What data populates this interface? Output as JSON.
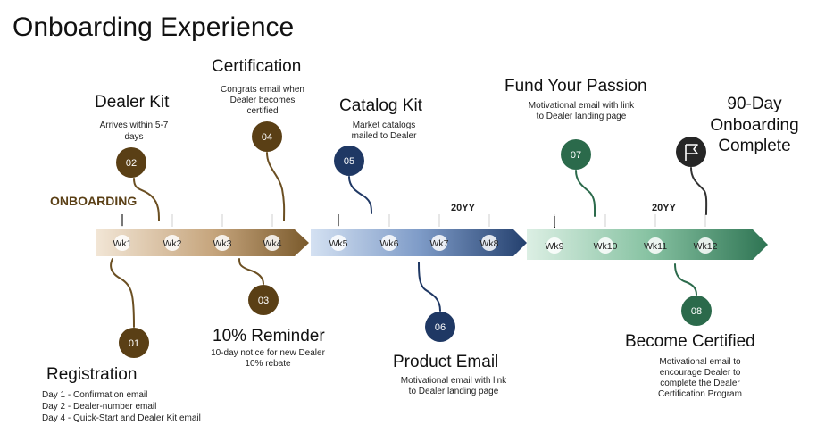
{
  "title": "Onboarding Experience",
  "phase_label": "ONBOARDING",
  "year_labels": [
    "20YY",
    "20YY"
  ],
  "colors": {
    "brown": "#5a3f15",
    "navy": "#1f3864",
    "green": "#2b6a4b",
    "dark": "#262626",
    "phase_label": "#5a3f15"
  },
  "weeks": [
    "Wk1",
    "Wk2",
    "Wk3",
    "Wk4",
    "Wk5",
    "Wk6",
    "Wk7",
    "Wk8",
    "Wk9",
    "Wk10",
    "Wk11",
    "Wk12"
  ],
  "milestones": [
    {
      "number": "01",
      "title": "Registration",
      "details": [
        "Day 1 - Confirmation email",
        "Day 2 - Dealer-number email",
        "Day 4 - Quick-Start and Dealer Kit email"
      ],
      "color": "#5a3f15"
    },
    {
      "number": "02",
      "title": "Dealer Kit",
      "details": [
        "Arrives within 5-7",
        "days"
      ],
      "color": "#5a3f15"
    },
    {
      "number": "03",
      "title": "10% Reminder",
      "details": [
        "10-day notice for new Dealer",
        "10% rebate"
      ],
      "color": "#5a3f15"
    },
    {
      "number": "04",
      "title": "Certification",
      "details": [
        "Congrats email when",
        "Dealer becomes",
        "certified"
      ],
      "color": "#5a3f15"
    },
    {
      "number": "05",
      "title": "Catalog Kit",
      "details": [
        "Market catalogs",
        "mailed to Dealer"
      ],
      "color": "#1f3864"
    },
    {
      "number": "06",
      "title": "Product Email",
      "details": [
        "Motivational email with link",
        "to Dealer landing page"
      ],
      "color": "#1f3864"
    },
    {
      "number": "07",
      "title": "Fund Your Passion",
      "details": [
        "Motivational email with link",
        "to Dealer landing page"
      ],
      "color": "#2b6a4b"
    },
    {
      "number": "08",
      "title": "Become Certified",
      "details": [
        "Motivational email to",
        "encourage Dealer to",
        "complete the Dealer",
        "Certification Program"
      ],
      "color": "#2b6a4b"
    }
  ],
  "final": {
    "title_lines": [
      "90-Day",
      "Onboarding",
      "Complete"
    ],
    "icon": "flag-icon",
    "color": "#262626"
  }
}
